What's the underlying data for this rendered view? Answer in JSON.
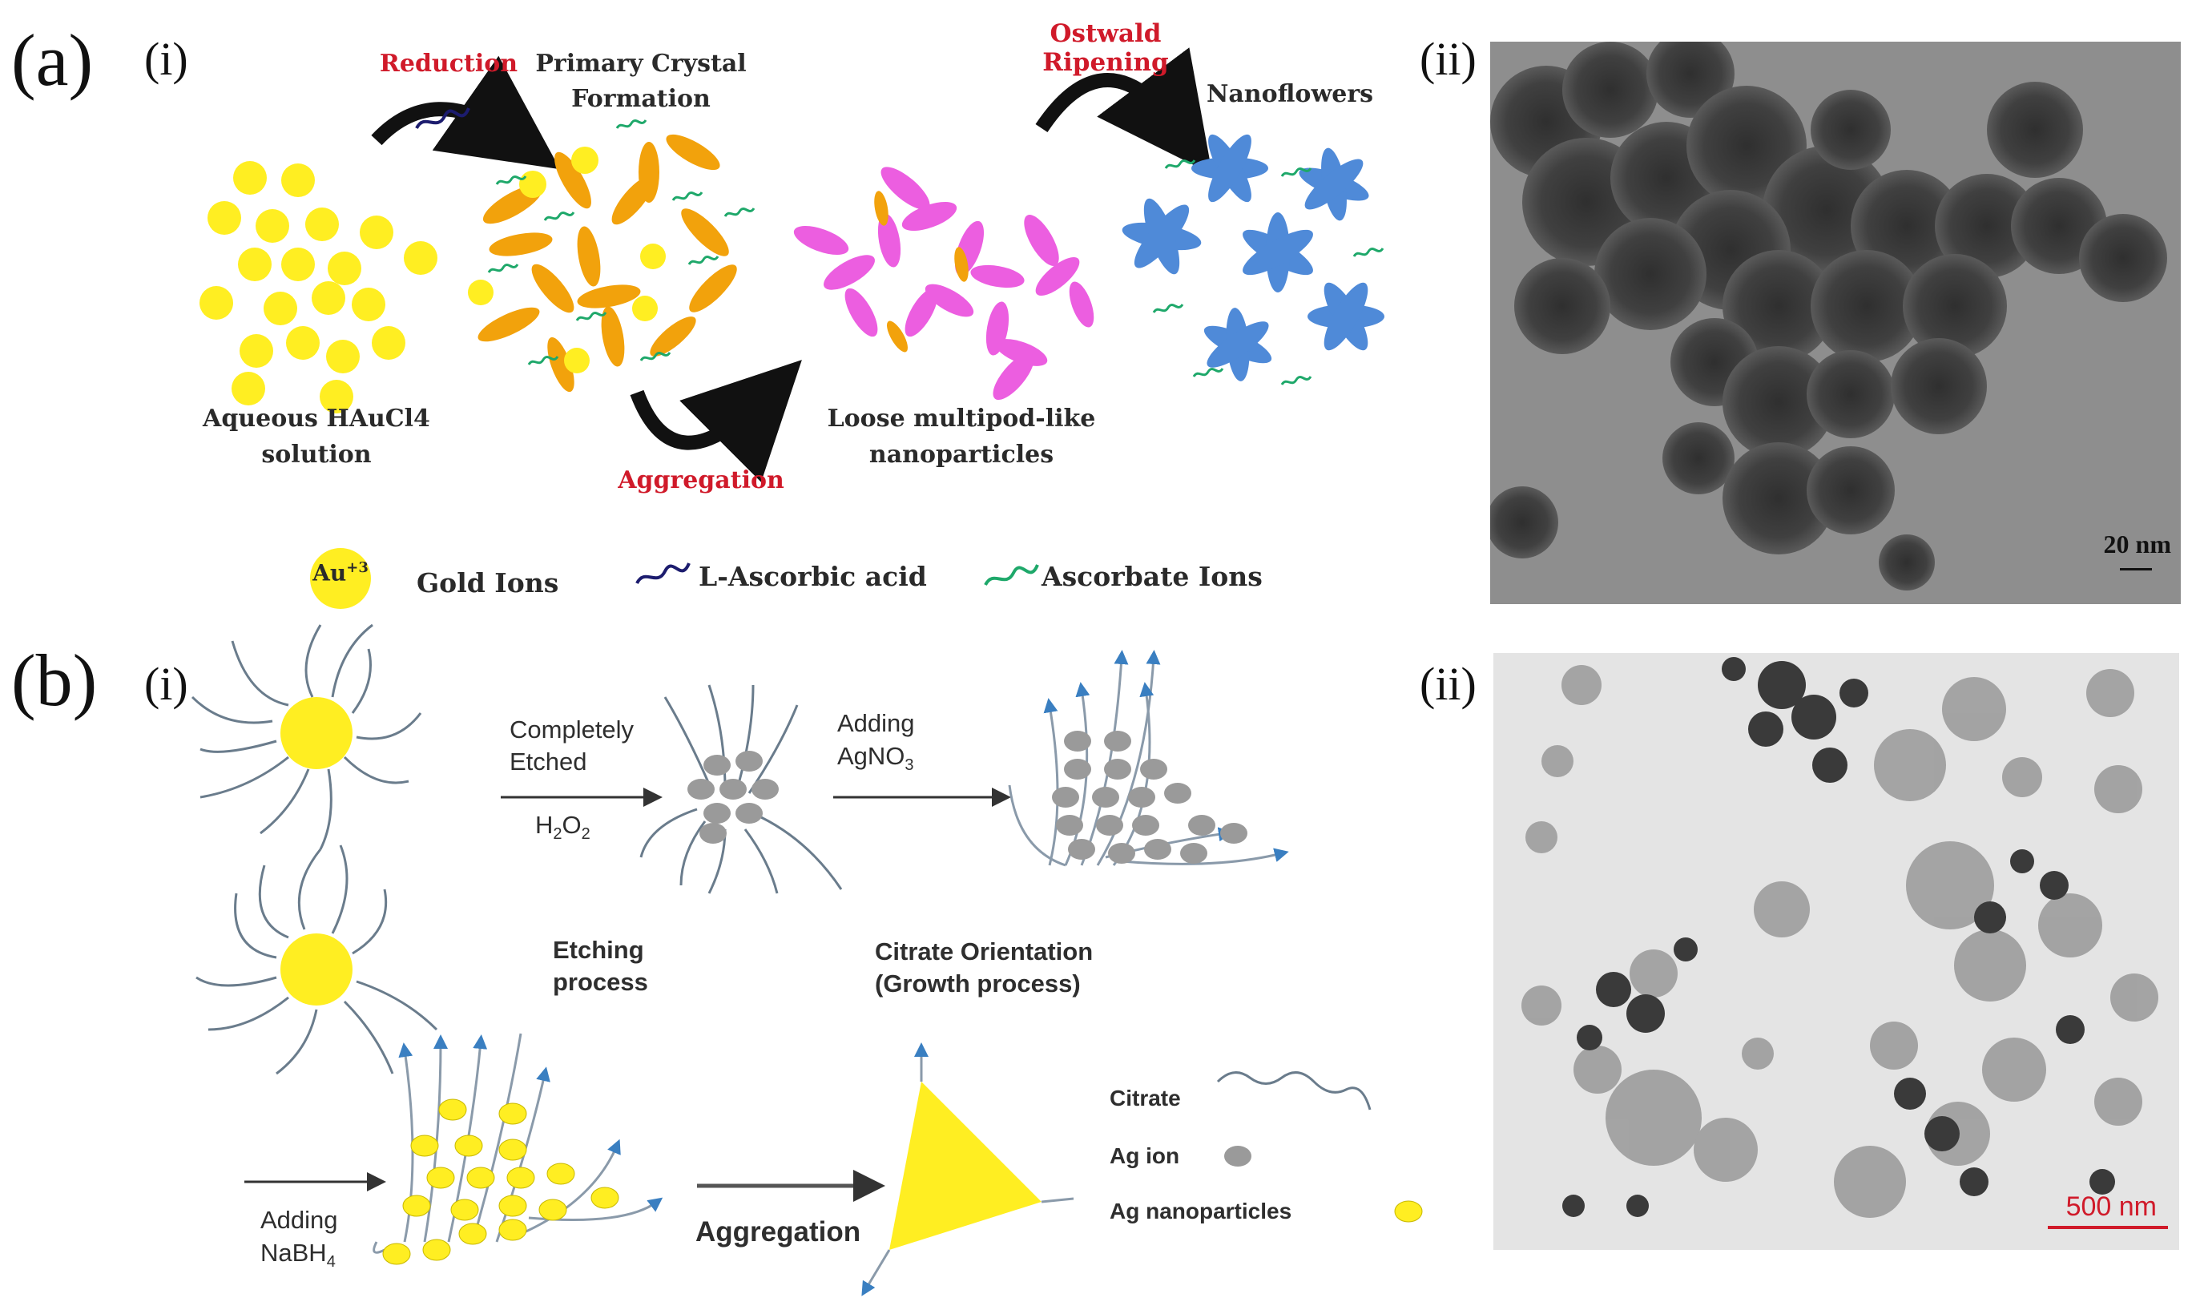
{
  "panel_a": {
    "letter": "(a)",
    "sub_i": "(i)",
    "sub_ii": "(ii)",
    "labels": {
      "reduction": "Reduction",
      "primary_crystal_line1": "Primary Crystal",
      "primary_crystal_line2": "Formation",
      "ostwald": "Ostwald Ripening",
      "nanoflowers": "Nanoflowers",
      "aqueous_line1": "Aqueous HAuCl4",
      "aqueous_line2": "solution",
      "aggregation": "Aggregation",
      "multipod_line1": "Loose multipod-like",
      "multipod_line2": "nanoparticles"
    },
    "legend": {
      "au_ion": "Au",
      "au_charge": "+3",
      "gold_ions": "Gold Ions",
      "ascorbic": "L-Ascorbic acid",
      "ascorbate": "Ascorbate Ions"
    },
    "micrograph_scale": "20 nm"
  },
  "panel_b": {
    "letter": "(b)",
    "sub_i": "(i)",
    "sub_ii": "(ii)",
    "labels": {
      "completely": "Completely",
      "etched": "Etched",
      "h2o2_main": "H",
      "h2o2_sub1": "2",
      "h2o2_mid": "O",
      "h2o2_sub2": "2",
      "adding1": "Adding",
      "agno3_main": "AgNO",
      "agno3_sub": "3",
      "etching_line1": "Etching",
      "etching_line2": "process",
      "citrate_line1": "Citrate Orientation",
      "citrate_line2": "(Growth process)",
      "adding2": "Adding",
      "nabh4_main": "NaBH",
      "nabh4_sub": "4",
      "aggregation": "Aggregation"
    },
    "legend": {
      "citrate": "Citrate",
      "ag_ion": "Ag ion",
      "ag_np": "Ag nanoparticles"
    },
    "micrograph_scale": "500 nm"
  },
  "colors": {
    "gold": "#ffee22",
    "orange": "#f2a20c",
    "magenta": "#ec5ee0",
    "blue": "#4f8ad8",
    "green": "#1ea86a",
    "navy": "#1c1c6e",
    "red_label": "#d01a2a",
    "ag_gray": "#9a9a9a",
    "chain": "#6a7c8c"
  }
}
